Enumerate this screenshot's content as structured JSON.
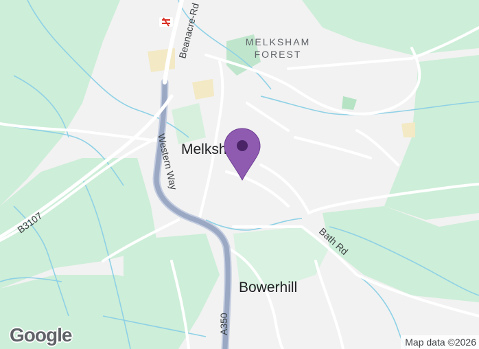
{
  "map": {
    "labels": {
      "district": [
        "MELKSHAM",
        "FOREST"
      ],
      "town_main": "Melksham",
      "town_south": "Bowerhill"
    },
    "roads": {
      "beanacre": "Beanacre-Rd",
      "western_way": "Western Way",
      "b3107": "B3107",
      "a350": "A350",
      "bath_rd": "Bath Rd"
    },
    "marker": {
      "color": "#8e5bb1"
    },
    "attribution": "Map data ©2026",
    "logo": "Google",
    "colors": {
      "land": "#f2f2f2",
      "green": "#c8ecd4",
      "water": "#8ed1e6",
      "road": "#ffffff",
      "major_road": "#9aa8c4",
      "rail_icon": "#d93025"
    }
  }
}
